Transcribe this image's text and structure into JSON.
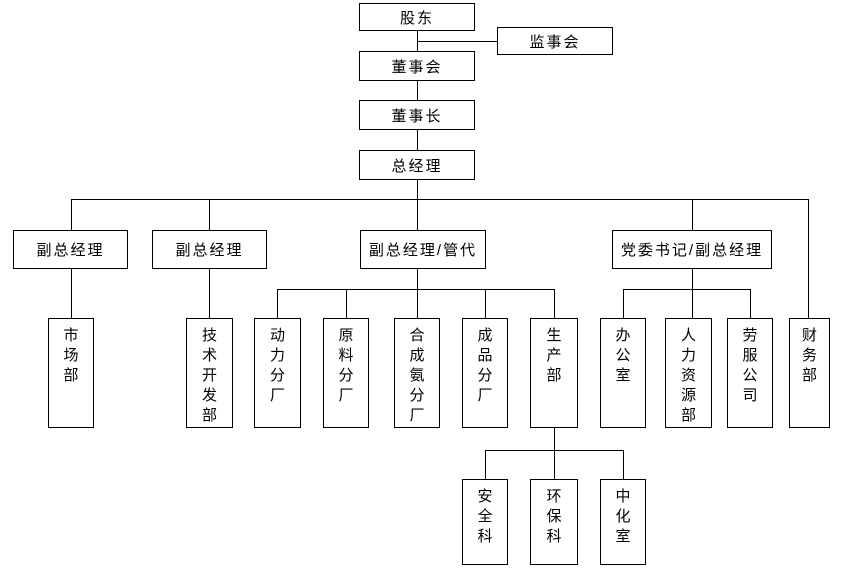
{
  "diagram": {
    "type": "organization-chart",
    "colors": {
      "background": "#ffffff",
      "line": "#000000",
      "text": "#000000",
      "box_fill": "#ffffff"
    },
    "nodes": {
      "shareholders": "股东",
      "supervisory_board": "监事会",
      "board_of_directors": "董事会",
      "chairman": "董事长",
      "general_manager": "总经理",
      "deputy_gm_1": "副总经理",
      "deputy_gm_2": "副总经理",
      "deputy_gm_mgmt_rep": "副总经理/管代",
      "party_secretary_deputy_gm": "党委书记/副总经理",
      "marketing_dept": "市场部",
      "tech_dev_dept": "技术开发部",
      "power_plant": "动力分厂",
      "raw_material_plant": "原料分厂",
      "ammonia_plant": "合成氨分厂",
      "finished_goods_plant": "成品分厂",
      "production_dept": "生产部",
      "admin_office": "办公室",
      "hr_dept": "人力资源部",
      "labor_service_company": "劳服公司",
      "finance_dept": "财务部",
      "safety_section": "安全科",
      "environment_section": "环保科",
      "central_lab": "中化室"
    },
    "edges": [
      [
        "shareholders",
        "supervisory_board"
      ],
      [
        "shareholders",
        "board_of_directors"
      ],
      [
        "board_of_directors",
        "chairman"
      ],
      [
        "chairman",
        "general_manager"
      ],
      [
        "general_manager",
        "deputy_gm_1"
      ],
      [
        "general_manager",
        "deputy_gm_2"
      ],
      [
        "general_manager",
        "deputy_gm_mgmt_rep"
      ],
      [
        "general_manager",
        "party_secretary_deputy_gm"
      ],
      [
        "general_manager",
        "finance_dept"
      ],
      [
        "deputy_gm_1",
        "marketing_dept"
      ],
      [
        "deputy_gm_2",
        "tech_dev_dept"
      ],
      [
        "deputy_gm_mgmt_rep",
        "power_plant"
      ],
      [
        "deputy_gm_mgmt_rep",
        "raw_material_plant"
      ],
      [
        "deputy_gm_mgmt_rep",
        "ammonia_plant"
      ],
      [
        "deputy_gm_mgmt_rep",
        "finished_goods_plant"
      ],
      [
        "deputy_gm_mgmt_rep",
        "production_dept"
      ],
      [
        "party_secretary_deputy_gm",
        "admin_office"
      ],
      [
        "party_secretary_deputy_gm",
        "hr_dept"
      ],
      [
        "party_secretary_deputy_gm",
        "labor_service_company"
      ],
      [
        "production_dept",
        "safety_section"
      ],
      [
        "production_dept",
        "environment_section"
      ],
      [
        "production_dept",
        "central_lab"
      ]
    ]
  }
}
